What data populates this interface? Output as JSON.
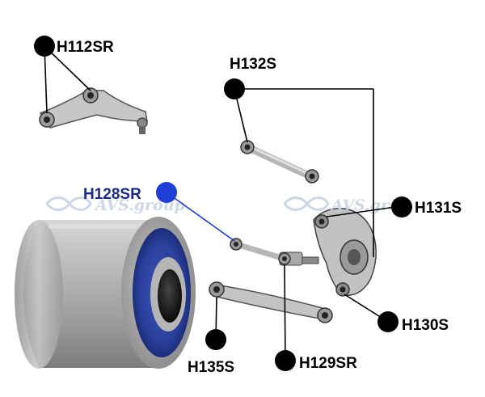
{
  "colors": {
    "dot_default": "#000000",
    "dot_highlight": "#1f3fd6",
    "label_highlight": "#1b2b8a",
    "bushing_blue": "#2a3f9a",
    "metal_gray": "#a9a9a9",
    "watermark": "#c9d3e6"
  },
  "watermark": {
    "brand": "AVS.group",
    "brand_partial": "AVS.gro",
    "icon": "infinity-icon"
  },
  "callouts": [
    {
      "id": "h112sr",
      "label": "H112SR",
      "highlight": false
    },
    {
      "id": "h132s",
      "label": "H132S",
      "highlight": false
    },
    {
      "id": "h128sr",
      "label": "H128SR",
      "highlight": true
    },
    {
      "id": "h131s",
      "label": "H131S",
      "highlight": false
    },
    {
      "id": "h130s",
      "label": "H130S",
      "highlight": false
    },
    {
      "id": "h135s",
      "label": "H135S",
      "highlight": false
    },
    {
      "id": "h129sr",
      "label": "H129SR",
      "highlight": false
    }
  ]
}
